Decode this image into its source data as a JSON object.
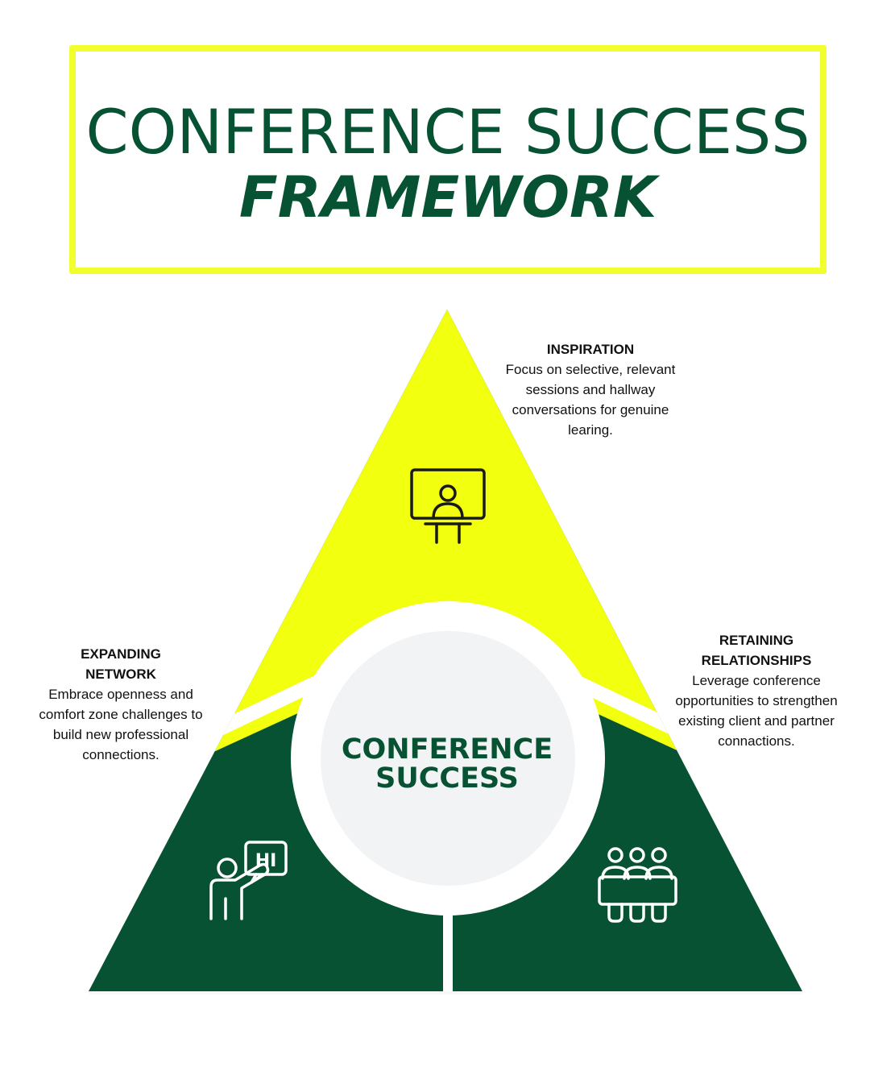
{
  "title": {
    "line1": "CONFERENCE SUCCESS",
    "line2": "FRAMEWORK"
  },
  "center": {
    "line1": "CONFERENCE",
    "line2": "SUCCESS"
  },
  "sections": {
    "inspiration": {
      "heading": "INSPIRATION",
      "lines": [
        "Focus on selective, relevant",
        "sessions and hallway",
        "conversations for genuine",
        "learing."
      ],
      "icon": "presenter-screen-icon"
    },
    "expanding": {
      "heading_lines": [
        "EXPANDING",
        "NETWORK"
      ],
      "lines": [
        "Embrace openness and",
        "comfort zone challenges to",
        "build new professional",
        "connections."
      ],
      "icon": "greeting-person-icon"
    },
    "retaining": {
      "heading_lines": [
        "RETAINING",
        "RELATIONSHIPS"
      ],
      "lines": [
        "Leverage conference",
        "opportunities to strengthen",
        "existing client and partner",
        "connactions."
      ],
      "icon": "meeting-table-icon"
    }
  },
  "colors": {
    "yellow": "#f2ff0f",
    "green": "#065232",
    "circle": "#f2f3f5",
    "title_border": "#f2ff2f",
    "text_green": "#065232"
  }
}
